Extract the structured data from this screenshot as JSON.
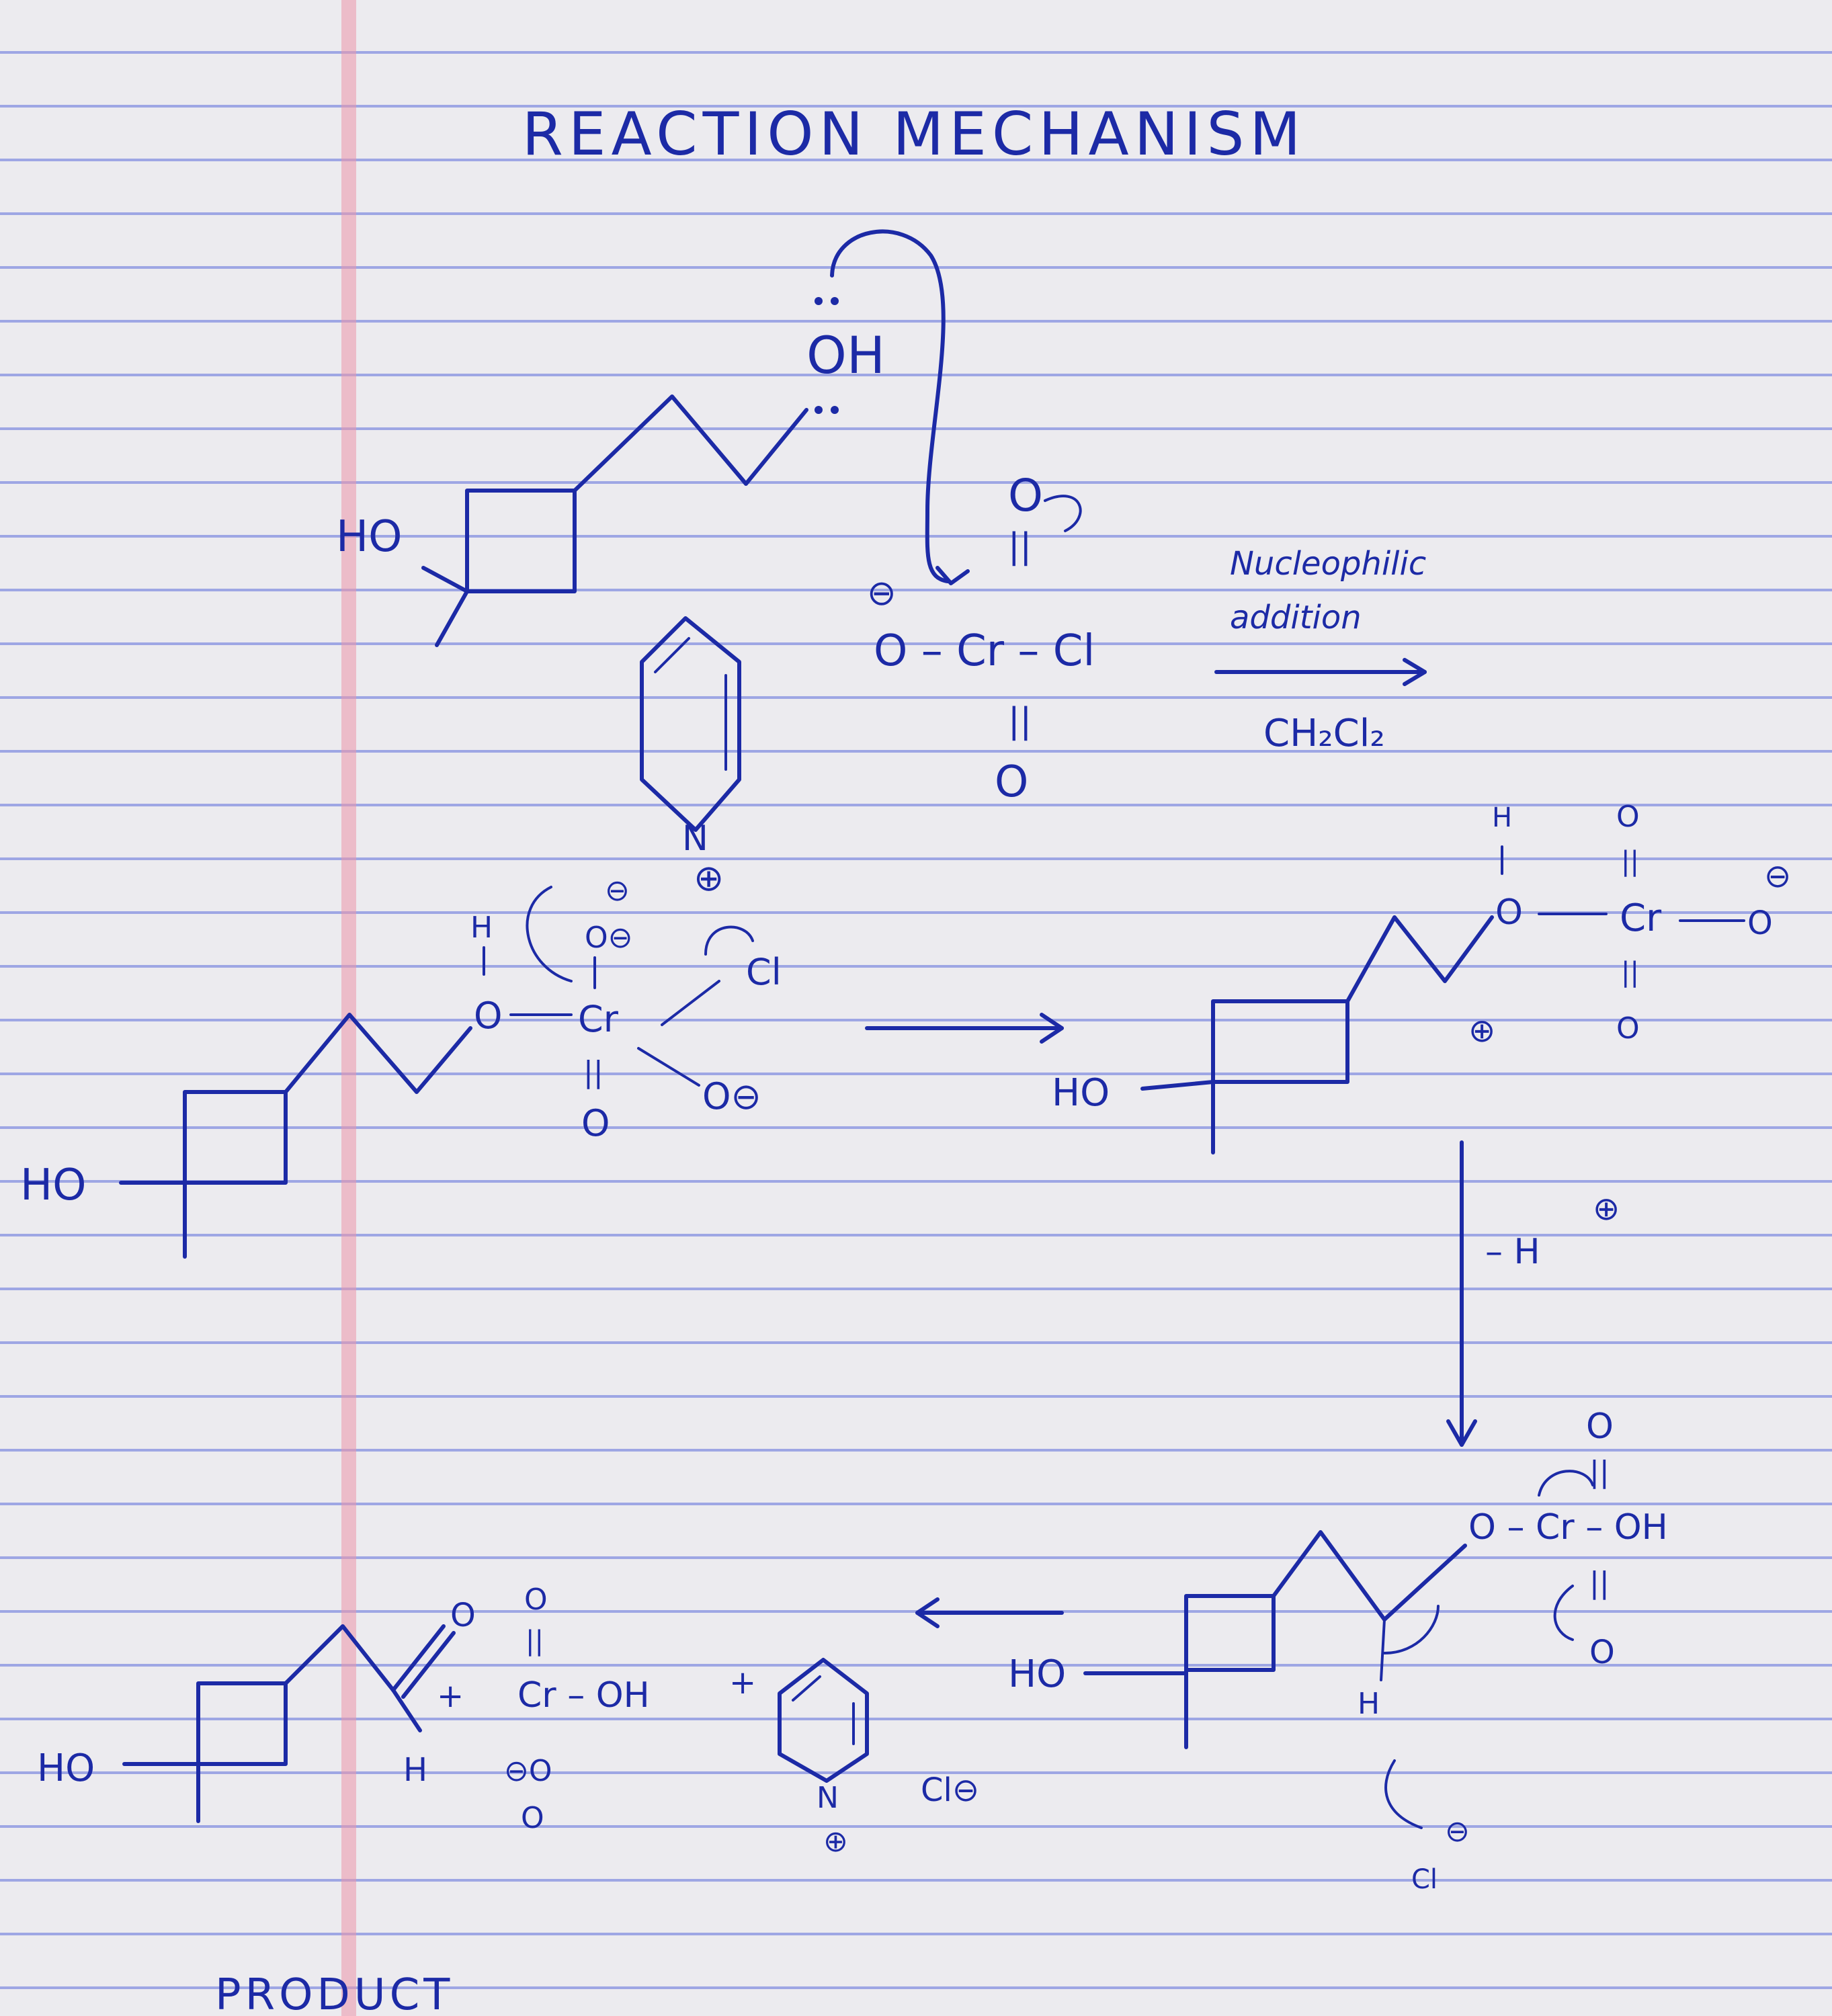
{
  "title": "REACTION MECHANISM",
  "footer": "PRODUCT",
  "ink_color": "#1c2aa6",
  "paper_color": "#ecebef",
  "rule_color": "#9ea6e4",
  "margin_color": "#ec96aa",
  "labels": {
    "oh_top": "OH",
    "ho_1": "HO",
    "o_top": "O",
    "dbl_a": "||",
    "charge_minus_a": "⊖",
    "pcc_o_cr_cl": "O – Cr – Cl",
    "dbl_b": "||",
    "o_bottom_a": "O",
    "cond_1": "Nucleophilic",
    "cond_2": "addition",
    "solvent": "CH₂Cl₂",
    "pyr_n_1": "N",
    "pyr_plus_1": "⊕",
    "ho_2": "HO",
    "h_2": "H",
    "o_2": "O",
    "cr_2": "Cr",
    "minus_2a": "⊖",
    "o_minus_2": "O⊖",
    "dbl_2a": "||",
    "cl_2": "Cl",
    "dbl_2b": "||",
    "o_2b": "O",
    "o_minus_2b": "O⊖",
    "ho_3": "HO",
    "h_3": "H",
    "o_3": "O",
    "cr_3": "Cr",
    "o_3a": "O",
    "dbl_3a": "||",
    "minus_3": "⊖",
    "o_3b": "O",
    "dbl_3b": "||",
    "o_3c": "O",
    "plus_3": "⊕",
    "minus_h": "– H",
    "plus_h": "⊕",
    "o_4a": "O",
    "dbl_4a": "||",
    "o_cr_oh_4": "O – Cr – OH",
    "dbl_4b": "||",
    "o_4b": "O",
    "ho_4": "HO",
    "h_4": "H",
    "minus_cl_4": "⊖",
    "cl_4": "Cl",
    "ho_5": "HO",
    "o_5": "O",
    "h_5": "H",
    "plus_5": "+",
    "o_5a": "O",
    "dbl_5a": "||",
    "cr_oh_5": "Cr – OH",
    "plus_5b": "+",
    "o_minus_5": "⊖O",
    "o_5c": "O",
    "pyr_n_5": "N",
    "pyr_plus_5": "⊕",
    "cl_minus_5": "Cl⊖"
  }
}
